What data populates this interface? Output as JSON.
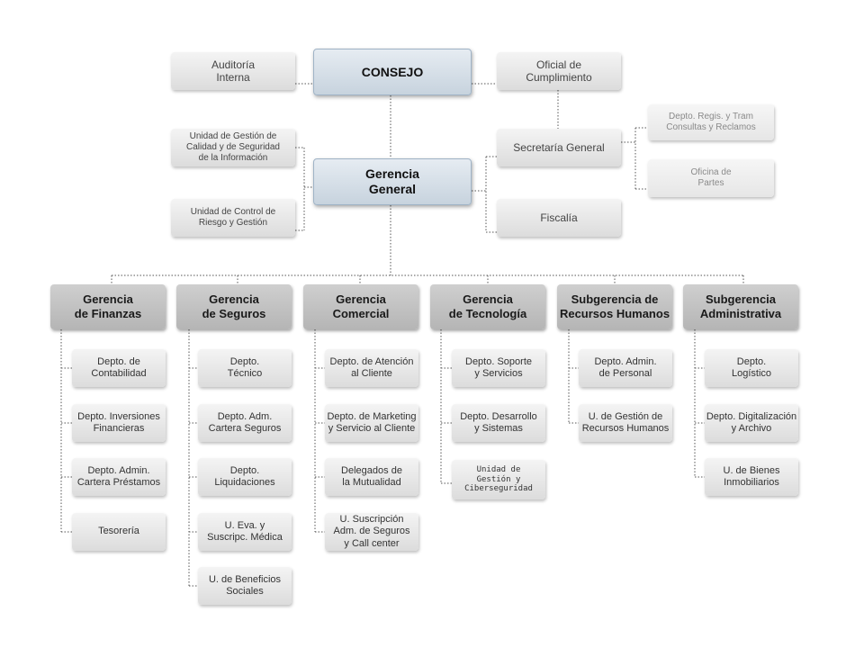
{
  "consejo": "CONSEJO",
  "auditoria": "Auditoría\nInterna",
  "oficial": "Oficial de\nCumplimiento",
  "gerencia_general": "Gerencia\nGeneral",
  "unidad_calidad": "Unidad de Gestión de\nCalidad y de Seguridad\nde la Información",
  "unidad_riesgo": "Unidad de Control de\nRiesgo y Gestión",
  "secretaria": "Secretaría General",
  "fiscalia": "Fiscalía",
  "depto_regis": "Depto. Regis. y Tram\nConsultas y Reclamos",
  "oficina_partes": "Oficina de\nPartes",
  "departments": [
    {
      "title": "Gerencia\nde Finanzas",
      "items": [
        "Depto. de\nContabilidad",
        "Depto. Inversiones\nFinancieras",
        "Depto. Admin.\nCartera Préstamos",
        "Tesorería"
      ]
    },
    {
      "title": "Gerencia\nde Seguros",
      "items": [
        "Depto.\nTécnico",
        "Depto. Adm.\nCartera Seguros",
        "Depto.\nLiquidaciones",
        "U. Eva. y\nSuscripc. Médica",
        "U. de Beneficios\nSociales"
      ]
    },
    {
      "title": "Gerencia\nComercial",
      "items": [
        "Depto. de Atención\nal Cliente",
        "Depto. de Marketing\ny Servicio al Cliente",
        "Delegados de\nla Mutualidad",
        "U. Suscripción\nAdm. de Seguros\ny Call center"
      ]
    },
    {
      "title": "Gerencia\nde Tecnología",
      "items": [
        "Depto. Soporte\ny Servicios",
        "Depto. Desarrollo\ny Sistemas",
        "Unidad de\nGestión y\nCiberseguridad"
      ]
    },
    {
      "title": "Subgerencia de\nRecursos Humanos",
      "items": [
        "Depto. Admin.\nde Personal",
        "U. de Gestión de\nRecursos Humanos"
      ]
    },
    {
      "title": "Subgerencia\nAdministrativa",
      "items": [
        "Depto.\nLogístico",
        "Depto. Digitalización\ny Archivo",
        "U. de Bienes\nInmobiliarios"
      ]
    }
  ]
}
